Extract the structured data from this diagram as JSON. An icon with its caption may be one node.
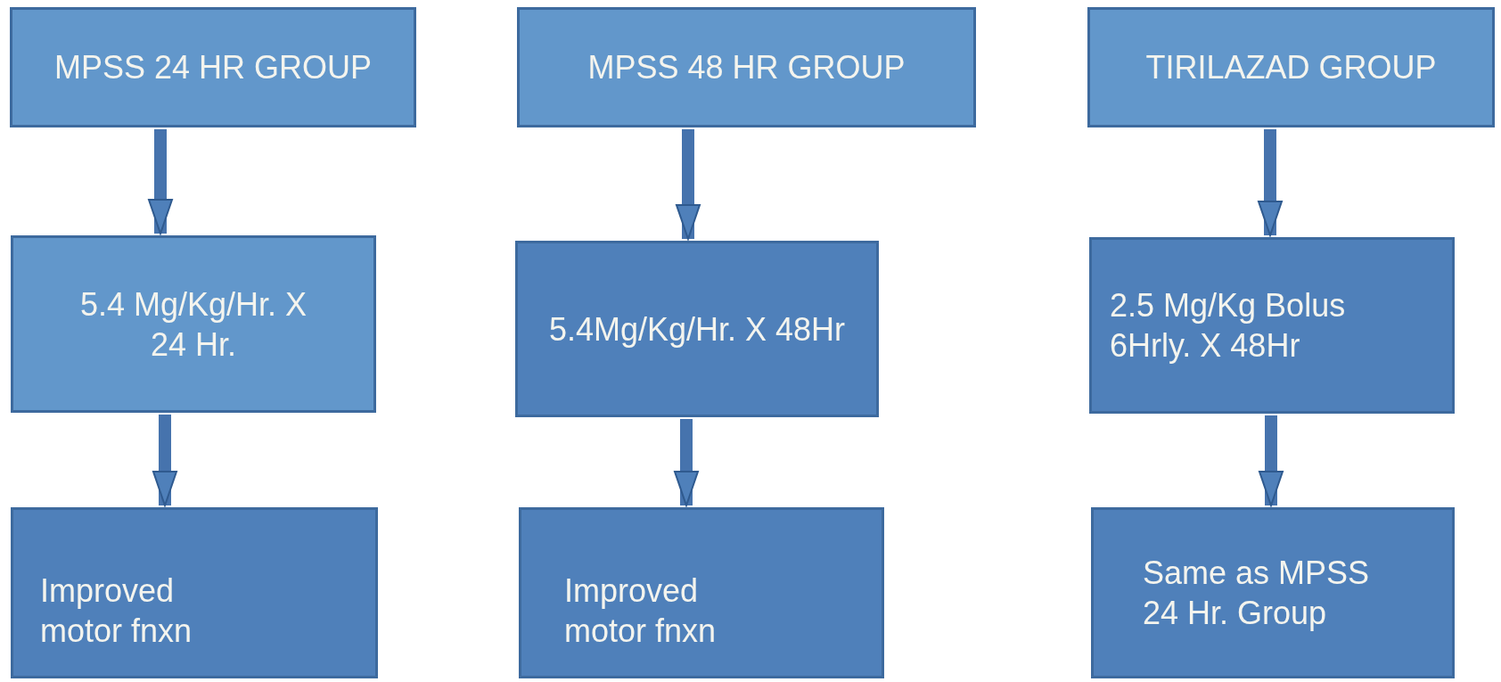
{
  "diagram": {
    "nodes": [
      {
        "text": [
          "MPSS 24 HR GROUP"
        ]
      },
      {
        "text": [
          "MPSS 48 HR GROUP"
        ]
      },
      {
        "text": [
          "TIRILAZAD GROUP"
        ]
      },
      {
        "text": [
          "5.4 Mg/Kg/Hr. X 24 Hr."
        ]
      },
      {
        "text": [
          "5.4Mg/Kg/Hr. X 48Hr"
        ]
      },
      {
        "text": [
          "2.5 Mg/Kg Bolus 6Hrly. X 48Hr"
        ]
      },
      {
        "text": [
          "Improved motor fnxn"
        ]
      },
      {
        "text": [
          "Improved motor fnxn"
        ]
      },
      {
        "text": [
          "Same as MPSS 24 Hr. Group"
        ]
      }
    ],
    "edges": [
      {
        "from": 0,
        "to": 3,
        "arrow": "to"
      },
      {
        "from": 3,
        "to": 6,
        "arrow": "to"
      },
      {
        "from": 1,
        "to": 4,
        "arrow": "to"
      },
      {
        "from": 4,
        "to": 7,
        "arrow": "to"
      },
      {
        "from": 2,
        "to": 5,
        "arrow": "to"
      },
      {
        "from": 5,
        "to": 8,
        "arrow": "to"
      }
    ]
  }
}
